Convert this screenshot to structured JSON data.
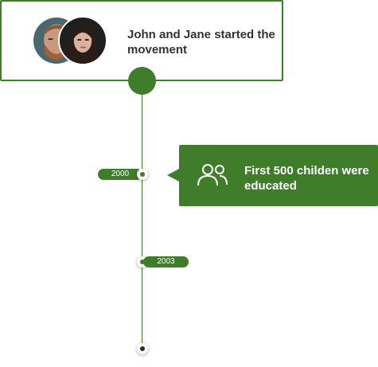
{
  "origin": {
    "title": "John and Jane started the movement",
    "avatars": [
      {
        "icon": "john-avatar-photo"
      },
      {
        "icon": "jane-avatar-photo"
      }
    ]
  },
  "timeline": {
    "events": [
      {
        "year": "2000",
        "text": "First 500 childen were educated",
        "icon": "people-icon"
      },
      {
        "year": "2003"
      }
    ]
  },
  "colors": {
    "accent": "#3f7d2a",
    "text_dark": "#333333",
    "marker_end": "#2b2b2b"
  }
}
